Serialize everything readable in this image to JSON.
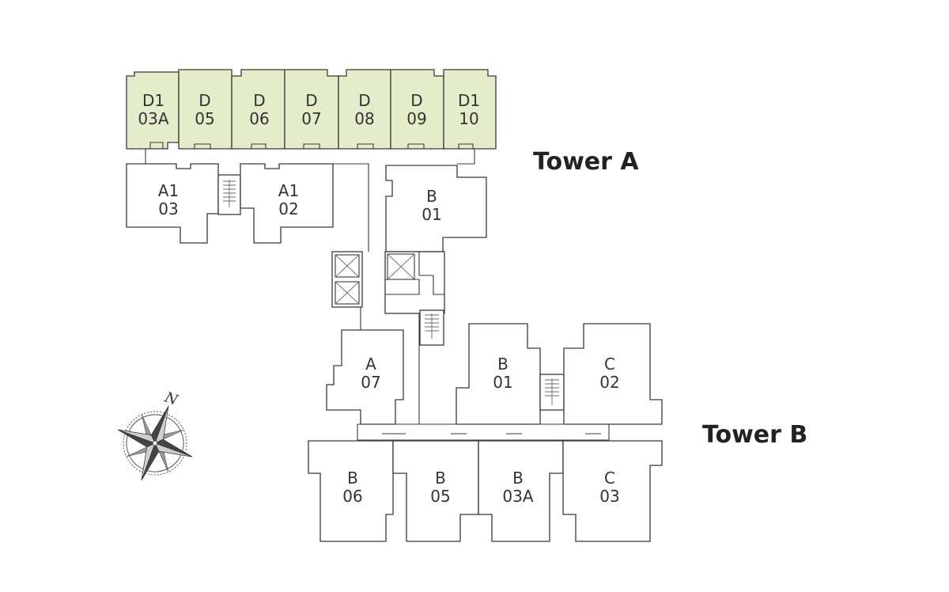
{
  "towers": {
    "tower_a": "Tower A",
    "tower_b": "Tower B"
  },
  "compass": {
    "north_label": "N"
  },
  "units": {
    "d1_03a": {
      "line1": "D1",
      "line2": "03A",
      "highlighted": true
    },
    "d_05": {
      "line1": "D",
      "line2": "05",
      "highlighted": true
    },
    "d_06": {
      "line1": "D",
      "line2": "06",
      "highlighted": true
    },
    "d_07": {
      "line1": "D",
      "line2": "07",
      "highlighted": true
    },
    "d_08": {
      "line1": "D",
      "line2": "08",
      "highlighted": true
    },
    "d_09": {
      "line1": "D",
      "line2": "09",
      "highlighted": true
    },
    "d1_10": {
      "line1": "D1",
      "line2": "10",
      "highlighted": true
    },
    "a1_03": {
      "line1": "A1",
      "line2": "03"
    },
    "a1_02": {
      "line1": "A1",
      "line2": "02"
    },
    "b_01_a": {
      "line1": "B",
      "line2": "01"
    },
    "a_07": {
      "line1": "A",
      "line2": "07"
    },
    "b_01_b": {
      "line1": "B",
      "line2": "01"
    },
    "c_02": {
      "line1": "C",
      "line2": "02"
    },
    "b_06": {
      "line1": "B",
      "line2": "06"
    },
    "b_05": {
      "line1": "B",
      "line2": "05"
    },
    "b_03a": {
      "line1": "B",
      "line2": "03A"
    },
    "c_03": {
      "line1": "C",
      "line2": "03"
    }
  },
  "colors": {
    "highlight_fill": "#e4ecc9",
    "wall_stroke": "#3a3a3a",
    "background": "#ffffff"
  }
}
